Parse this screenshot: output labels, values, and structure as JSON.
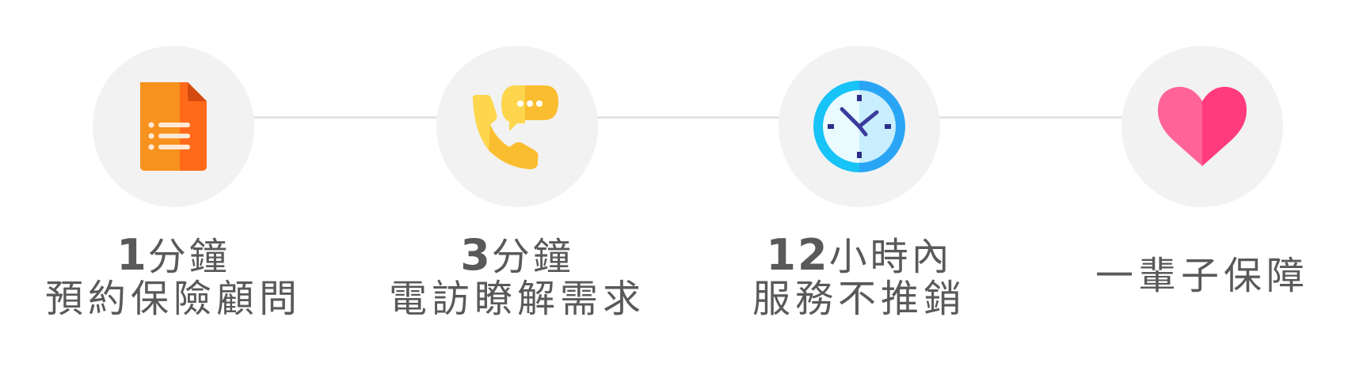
{
  "steps": [
    {
      "icon": "form-document-icon",
      "number": "1",
      "line1_text": "分鐘",
      "line2": "預約保險顧問"
    },
    {
      "icon": "phone-chat-icon",
      "number": "3",
      "line1_text": "分鐘",
      "line2": "電訪瞭解需求"
    },
    {
      "icon": "clock-icon",
      "number": "12",
      "line1_text": "小時內",
      "line2": "服務不推銷"
    },
    {
      "icon": "heart-icon",
      "label": "一輩子保障"
    }
  ],
  "colors": {
    "text": "#595959",
    "circle_bg": "#f2f2f2",
    "connector": "#e3e3e3",
    "doc_orange": "#f7921e",
    "doc_dark_orange": "#ff6a1a",
    "phone_yellow": "#fdd64d",
    "phone_gold": "#fbbd30",
    "clock_blue": "#17c3f7",
    "clock_dark_blue": "#2aa5f5",
    "heart_pink": "#ff6398",
    "heart_dark_pink": "#ff3b7d"
  }
}
